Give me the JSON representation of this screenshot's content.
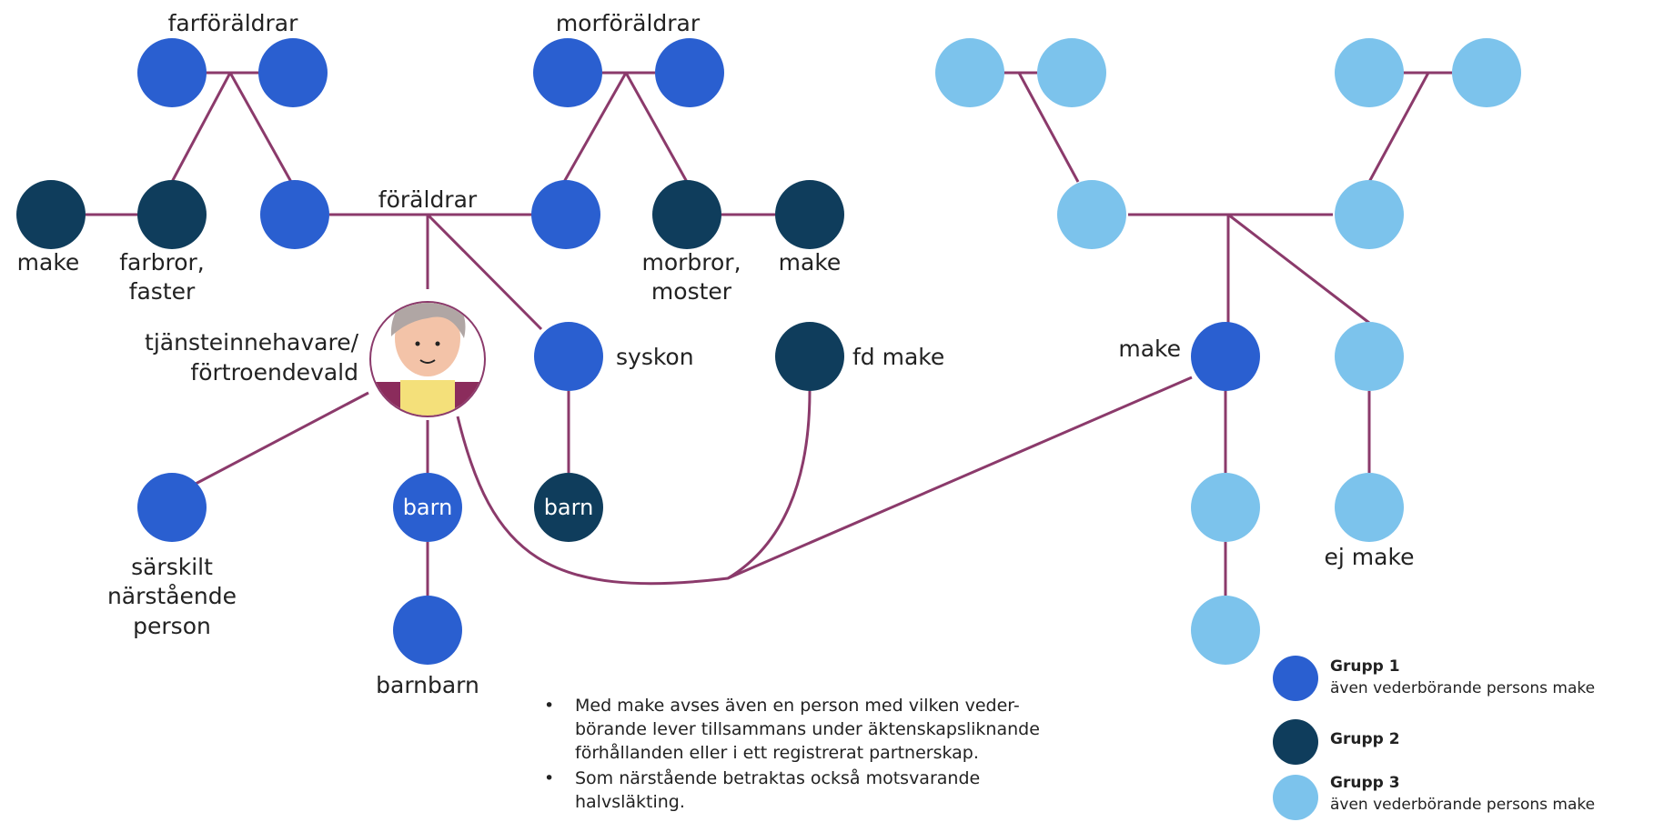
{
  "colors": {
    "group1": "#2a5fd0",
    "group2": "#0f3d5c",
    "group3": "#7cc3ec",
    "line": "#8b3a6b"
  },
  "labels": {
    "farforaldrar": "farföräldrar",
    "morforaldrar": "morföräldrar",
    "foraldrar": "föräldrar",
    "make_left": "make",
    "farbror_line1": "farbror,",
    "farbror_line2": "faster",
    "morbror_line1": "morbror,",
    "morbror_line2": "moster",
    "make_right_of_morbror": "make",
    "tjanst_line1": "tjänsteinnehavare/",
    "tjanst_line2": "förtroendevald",
    "syskon": "syskon",
    "fd_make": "fd make",
    "make_spouse": "make",
    "barn_own": "barn",
    "barn_sibling": "barn",
    "sarskilt_line1": "särskilt",
    "sarskilt_line2": "närstående",
    "sarskilt_line3": "person",
    "barnbarn": "barnbarn",
    "ej_make": "ej make"
  },
  "legend": [
    {
      "title": "Grupp 1",
      "description": "även vederbörande persons make"
    },
    {
      "title": "Grupp 2",
      "description": ""
    },
    {
      "title": "Grupp 3",
      "description": "även vederbörande persons make"
    }
  ],
  "notes": {
    "bullet": "•",
    "note1_line1": "Med make avses även en person med vilken veder-",
    "note1_line2": "börande lever tillsammans under äktenskapsliknande",
    "note1_line3": "förhållanden eller i ett registrerat partnerskap.",
    "note2_line1": "Som närstående betraktas också motsvarande",
    "note2_line2": "halvsläkting."
  }
}
